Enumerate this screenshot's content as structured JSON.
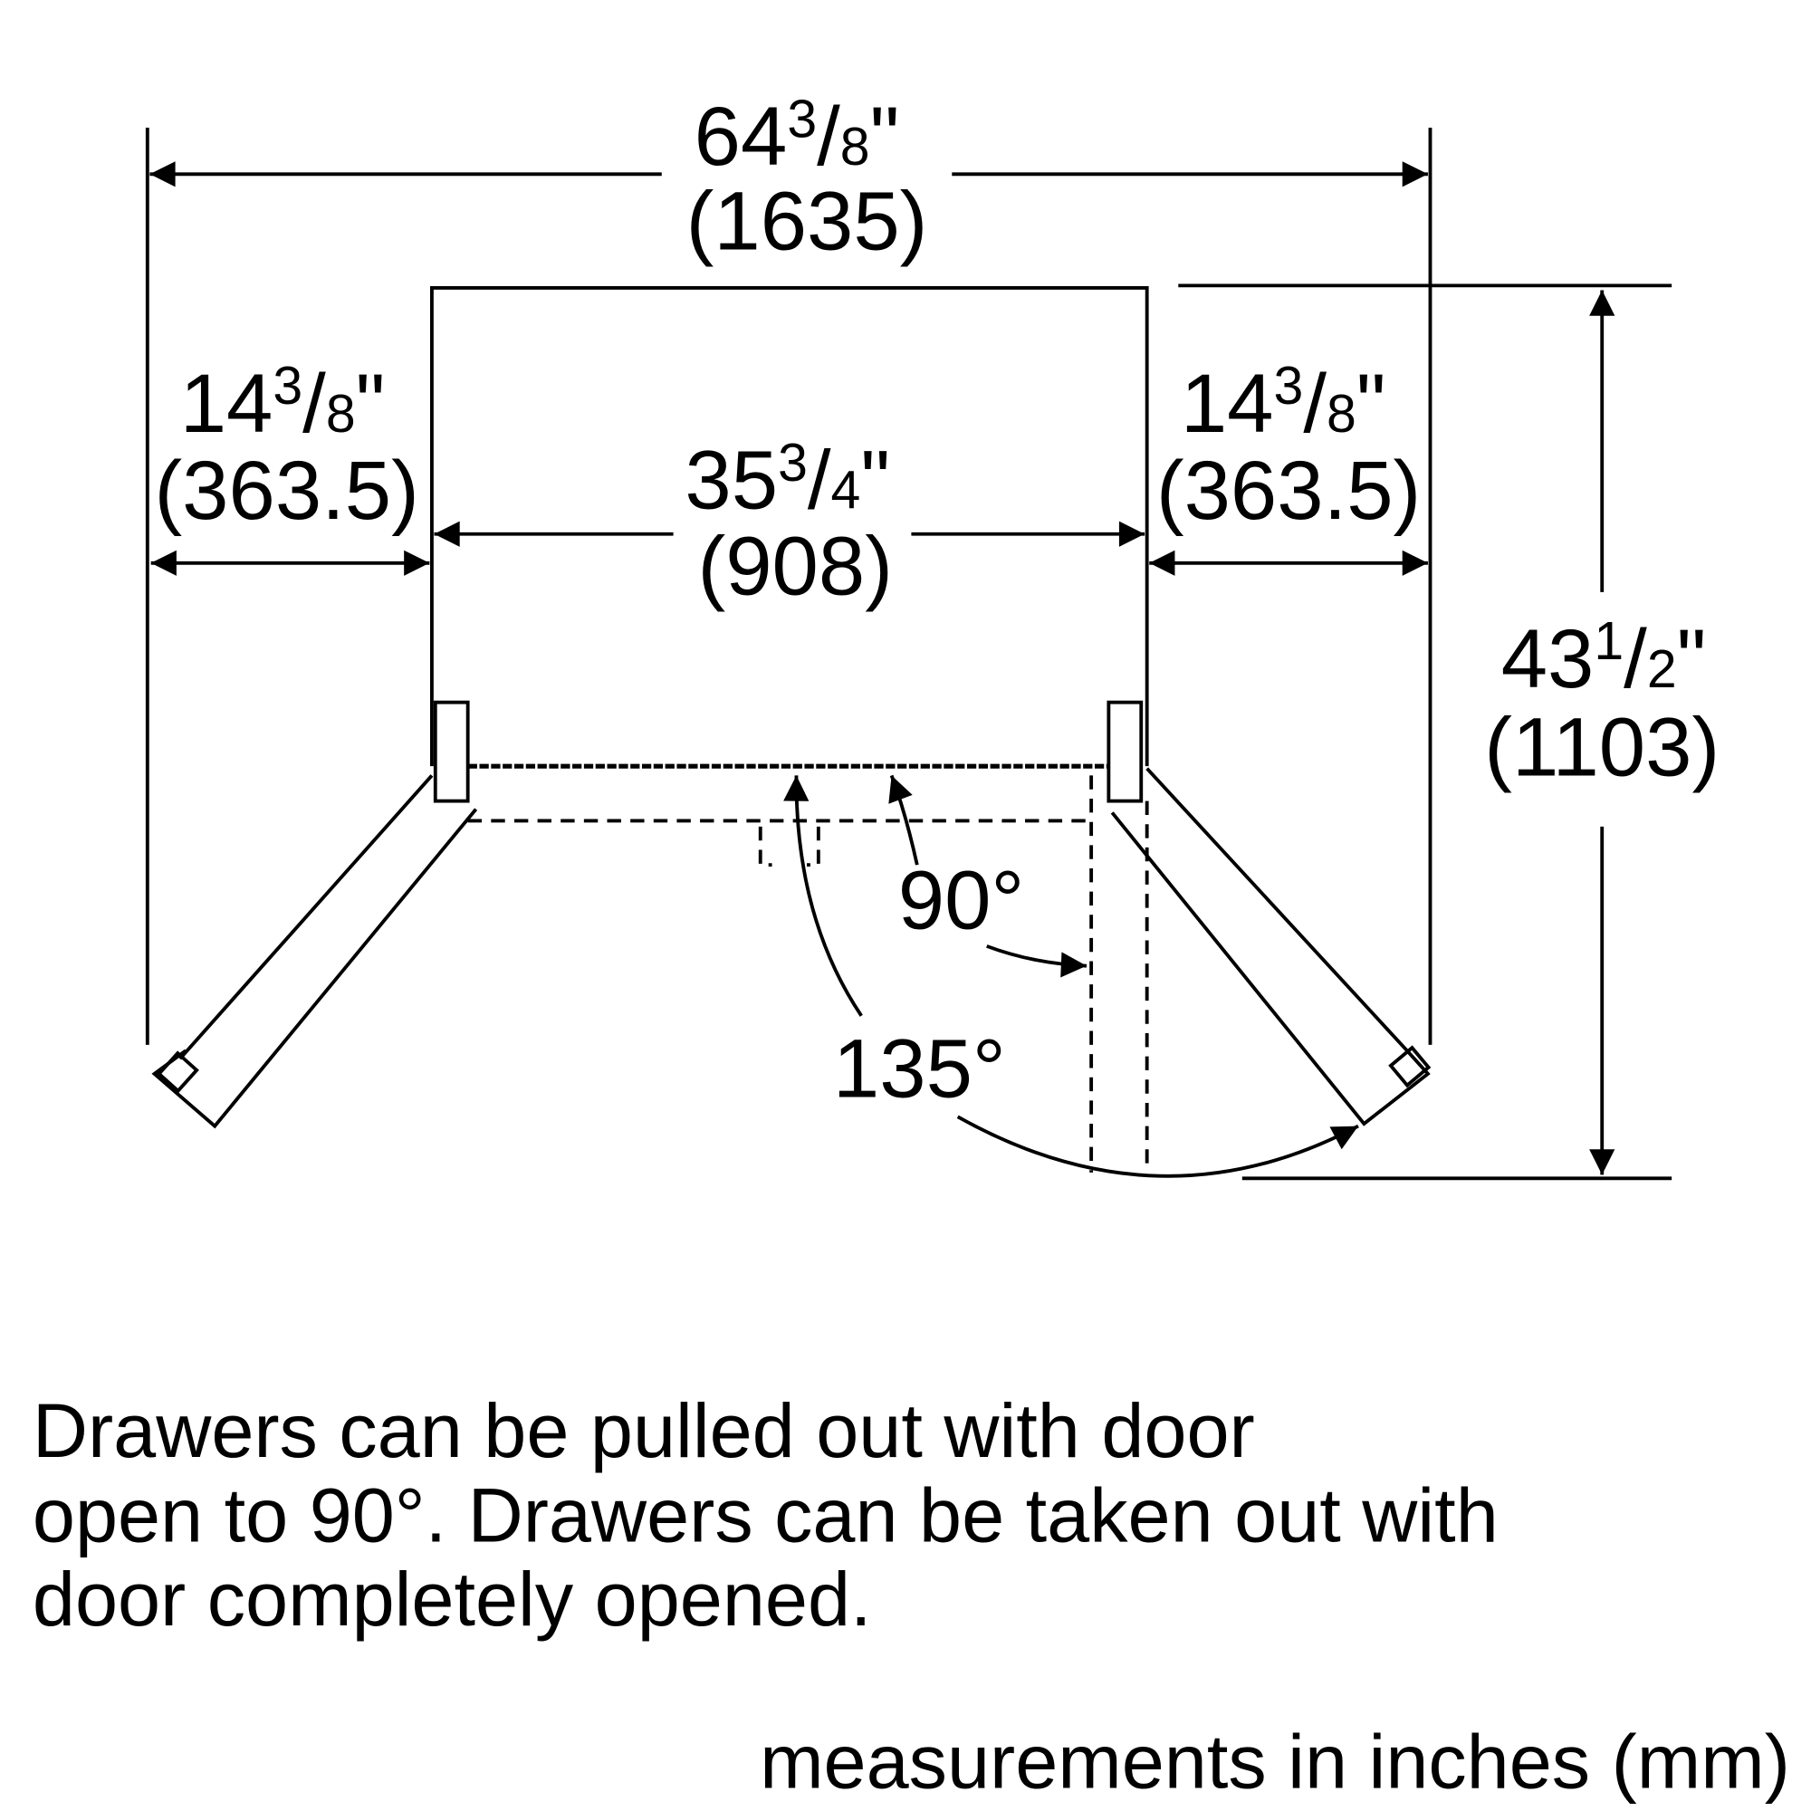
{
  "dimensions": {
    "overall_width": {
      "whole": "64",
      "num": "3",
      "den": "8",
      "mm": "(1635)"
    },
    "cabinet_width": {
      "whole": "35",
      "num": "3",
      "den": "4",
      "mm": "(908)"
    },
    "left_clearance": {
      "whole": "14",
      "num": "3",
      "den": "8",
      "mm": "(363.5)"
    },
    "right_clearance": {
      "whole": "14",
      "num": "3",
      "den": "8",
      "mm": "(363.5)"
    },
    "depth": {
      "whole": "43",
      "num": "1",
      "den": "2",
      "mm": "(1103)"
    }
  },
  "angles": {
    "door_90": "90°",
    "door_135": "135°"
  },
  "note_lines": [
    "Drawers can be pulled out with door",
    "open to 90°. Drawers can be taken out with",
    "door completely opened."
  ],
  "units_note": "measurements in inches (mm)"
}
